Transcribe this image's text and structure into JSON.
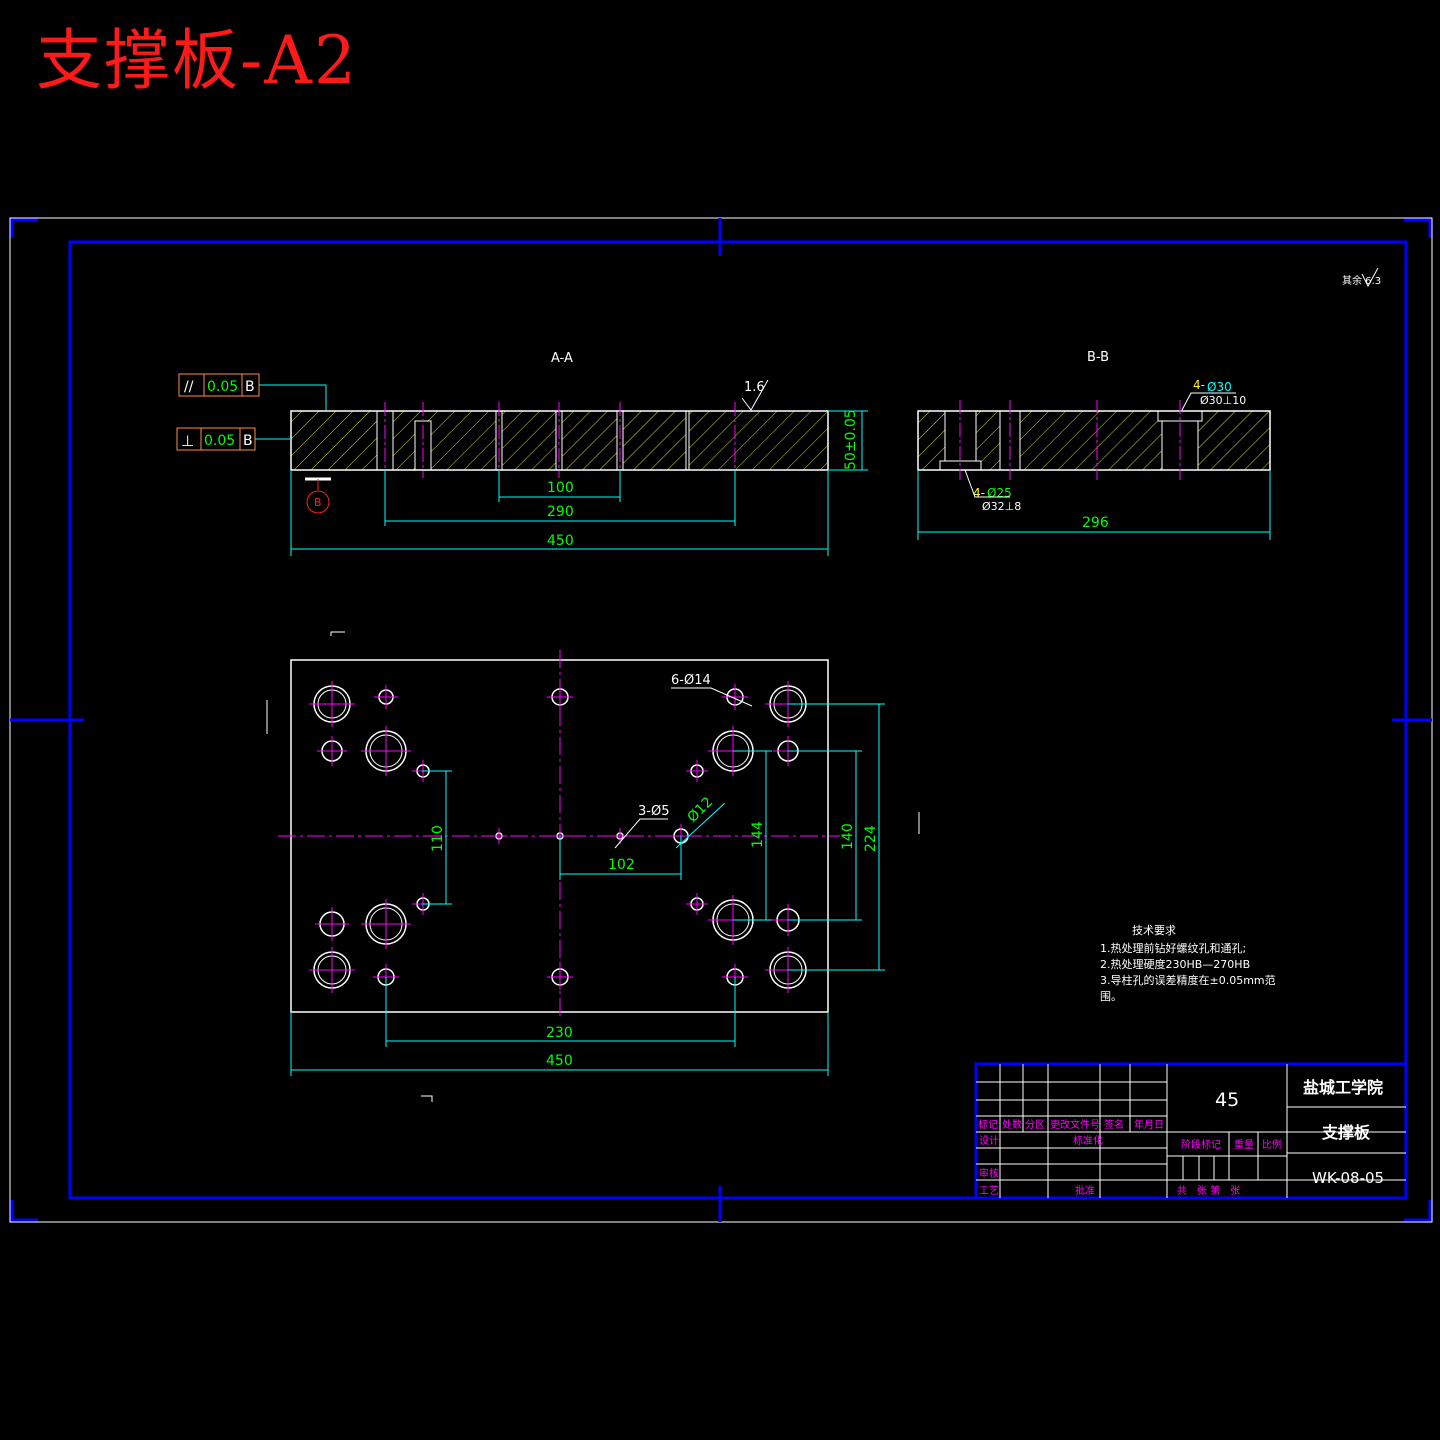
{
  "page_title": "支撑板-A2",
  "colors": {
    "background": "#000000",
    "frame": "#0000ff",
    "outline": "#ffffff",
    "dimension": "#00ffff",
    "dimension_text": "#00ff00",
    "centerline": "#ff00ff",
    "hatch": "#ffff00",
    "title": "#ff0000"
  },
  "roughness_note": "其余 6.3",
  "section_aa": {
    "label": "A-A",
    "roughness": "1.6",
    "tolerance_parallel": {
      "symbol": "//",
      "value": "0.05",
      "datum": "B"
    },
    "tolerance_perpendicular": {
      "symbol": "⊥",
      "value": "0.05",
      "datum": "B"
    },
    "datum_label": "B",
    "dim_height": "50±0.05",
    "dim_100": "100",
    "dim_290": "290",
    "dim_450": "450"
  },
  "section_bb": {
    "label": "B-B",
    "hole_top_count": "4-",
    "hole_top_dia": "Ø30",
    "hole_top_depth": "Ø30⊥10",
    "hole_bottom_count": "4-",
    "hole_bottom_dia": "Ø25",
    "hole_bottom_depth": "Ø32⊥8",
    "dim_width": "296"
  },
  "plan_view": {
    "callout_6x14": "6-Ø14",
    "callout_3x5": "3-Ø5",
    "callout_12": "Ø12",
    "dim_110": "110",
    "dim_102": "102",
    "dim_144": "144",
    "dim_140": "140",
    "dim_224": "224",
    "dim_230": "230",
    "dim_450": "450"
  },
  "technical_requirements": {
    "heading": "技术要求",
    "items": [
      "1.热处理前钻好螺纹孔和通孔;",
      "2.热处理硬度230HB—270HB",
      "3.导柱孔的误差精度在±0.05mm范",
      "围。"
    ]
  },
  "title_block": {
    "material": "45",
    "school": "盐城工学院",
    "part_name": "支撑板",
    "drawing_no": "WK-08-05",
    "row_labels": [
      "标记",
      "处数",
      "分区",
      "更改文件号",
      "签名",
      "年月日"
    ],
    "design": "设计",
    "standardize": "标准化",
    "review": "审核",
    "process": "工艺",
    "approve": "批准",
    "stage_mark": "阶段标记",
    "weight": "重量",
    "scale": "比例",
    "sheets": "共　张 第　张"
  }
}
